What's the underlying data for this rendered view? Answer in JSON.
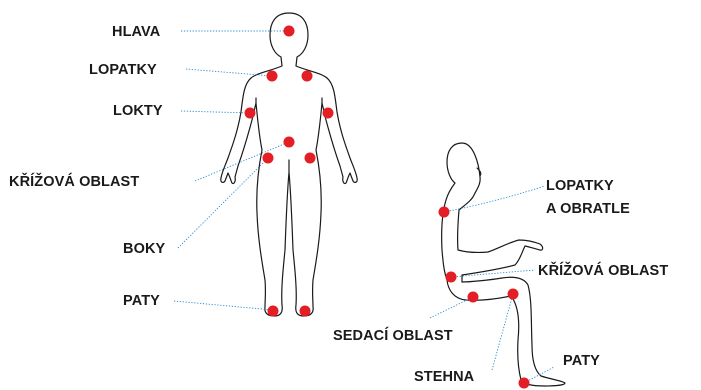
{
  "colors": {
    "marker": "#e31e24",
    "leader": "#2f8fd0",
    "outline": "#1a1a1a",
    "text": "#1a1a1a"
  },
  "standing": {
    "labels": {
      "hlava": "HLAVA",
      "lopatky": "LOPATKY",
      "lokty": "LOKTY",
      "krizova": "KŘÍŽOVÁ OBLAST",
      "boky": "BOKY",
      "paty": "PATY"
    }
  },
  "seated": {
    "labels": {
      "lopatky_line1": "LOPATKY",
      "lopatky_line2": "A OBRATLE",
      "krizova": "KŘÍŽOVÁ OBLAST",
      "sedaci": "SEDACÍ OBLAST",
      "stehna": "STEHNA",
      "paty": "PATY"
    }
  }
}
